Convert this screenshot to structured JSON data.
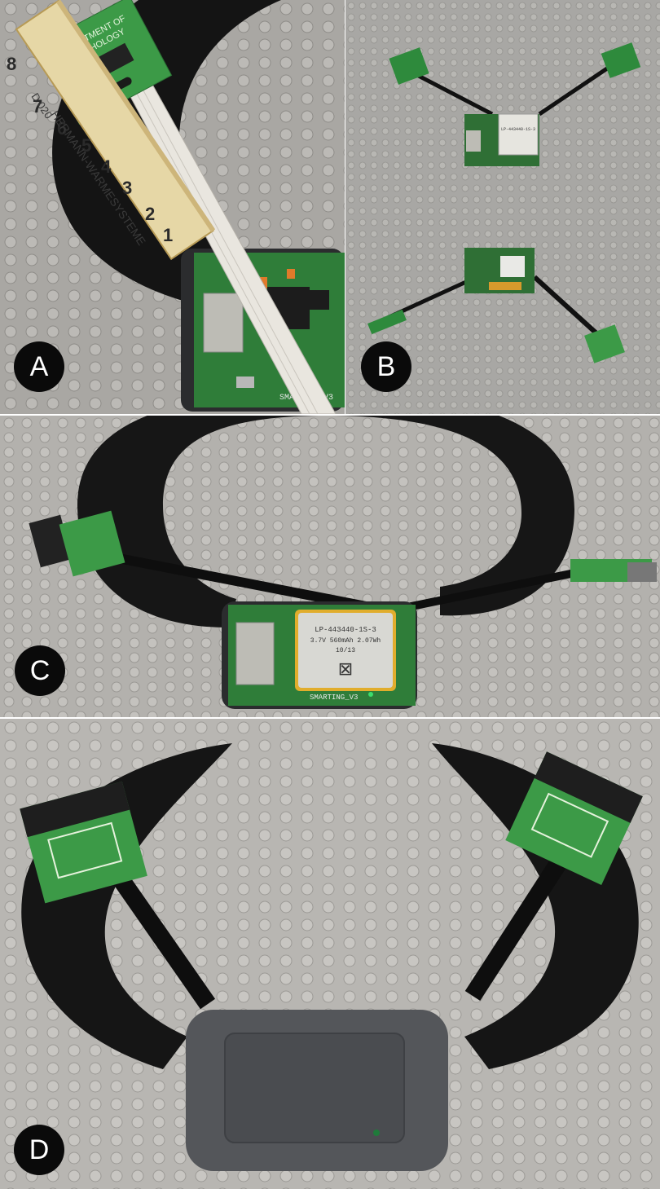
{
  "panels": [
    {
      "id": "A",
      "label": "A"
    },
    {
      "id": "B",
      "label": "B"
    },
    {
      "id": "C",
      "label": "C"
    },
    {
      "id": "D",
      "label": "D"
    }
  ],
  "ruler": {
    "brand": "HERMANN-WARMESYSTEME",
    "serial": "D 020",
    "digits": [
      "8",
      "7",
      "6",
      "5",
      "4",
      "3",
      "2",
      "1"
    ]
  },
  "dept_board": {
    "lines": [
      "DEPARTMENT OF",
      "PSYCHOLOGY"
    ]
  },
  "battery": {
    "model": "LP-443440-1S-3",
    "spec": "3.7V 560mAh 2.07Wh",
    "date": "10/13"
  },
  "board_label": "SMARTING_V3",
  "colors": {
    "lego_grey": "#b9b7b2",
    "foam_black": "#161616",
    "pcb_green": "#2e8a3c",
    "case_grey": "#55575a",
    "battery_silver": "#d8d8d3"
  }
}
